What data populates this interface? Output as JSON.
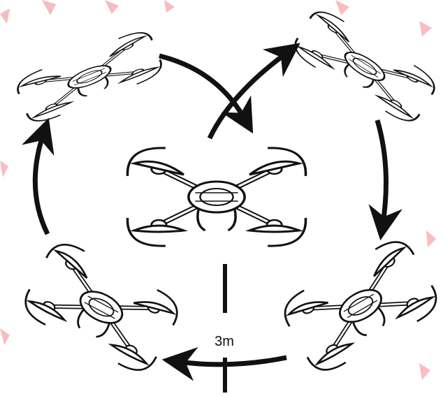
{
  "diagram": {
    "radius_label": "3m",
    "colors": {
      "ink": "#111111",
      "watermark": "#e8424a",
      "background": "#ffffff"
    },
    "drones": [
      {
        "name": "center-drone",
        "position_role": "center"
      },
      {
        "name": "drone-top-left",
        "position_role": "top-left"
      },
      {
        "name": "drone-top-right",
        "position_role": "top-right"
      },
      {
        "name": "drone-bottom-right",
        "position_role": "bottom-right"
      },
      {
        "name": "drone-bottom-left",
        "position_role": "bottom-left"
      }
    ],
    "arrows": [
      {
        "name": "arrow-center-out"
      },
      {
        "name": "arrow-top"
      },
      {
        "name": "arrow-right"
      },
      {
        "name": "arrow-bottom"
      },
      {
        "name": "arrow-left"
      }
    ]
  }
}
